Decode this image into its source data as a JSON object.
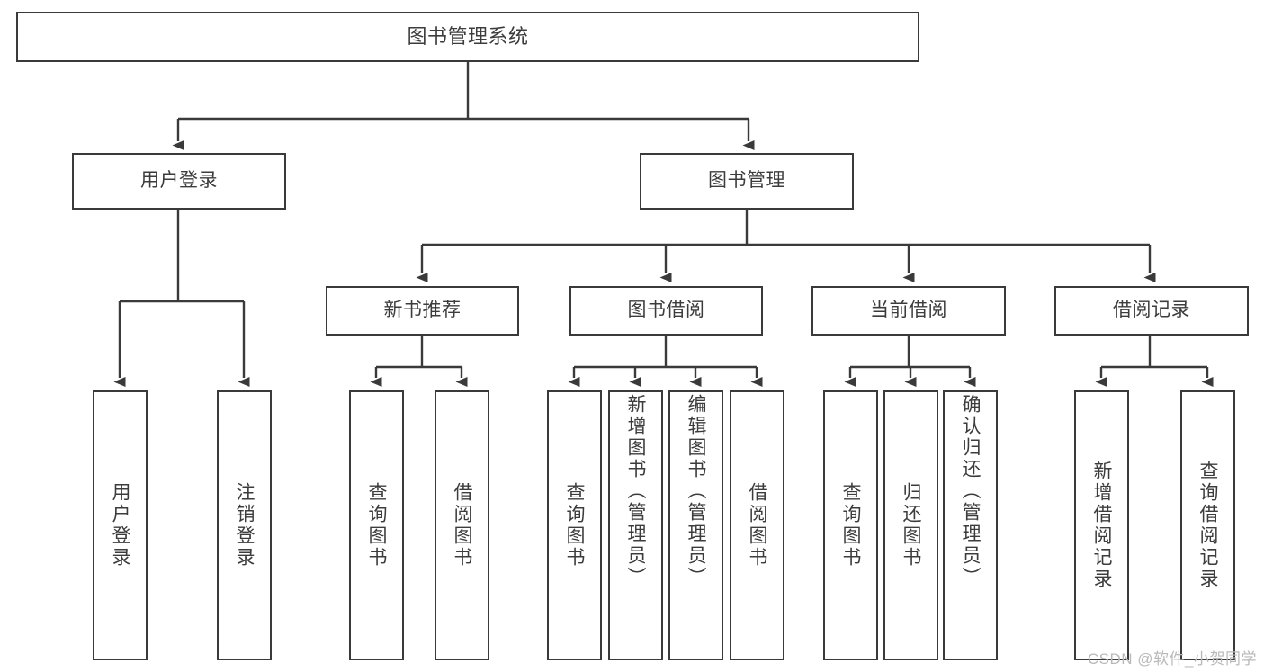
{
  "diagram": {
    "title": "图书管理系统",
    "type": "tree-functional-structure",
    "root": {
      "label": "图书管理系统"
    },
    "level2": [
      {
        "label": "用户登录"
      },
      {
        "label": "图书管理"
      }
    ],
    "level3": [
      {
        "label": "新书推荐"
      },
      {
        "label": "图书借阅"
      },
      {
        "label": "当前借阅"
      },
      {
        "label": "借阅记录"
      }
    ],
    "leaves": {
      "user_login": [
        {
          "label": "用户登录"
        },
        {
          "label": "注销登录"
        }
      ],
      "new_book_recommend": [
        {
          "label": "查询图书"
        },
        {
          "label": "借阅图书"
        }
      ],
      "book_borrow": [
        {
          "label": "查询图书"
        },
        {
          "label": "新增图书（管理员）"
        },
        {
          "label": "编辑图书（管理员）"
        },
        {
          "label": "借阅图书"
        }
      ],
      "current_borrow": [
        {
          "label": "查询图书"
        },
        {
          "label": "归还图书"
        },
        {
          "label": "确认归还（管理员）"
        }
      ],
      "borrow_record": [
        {
          "label": "新增借阅记录"
        },
        {
          "label": "查询借阅记录"
        }
      ]
    }
  },
  "watermark": {
    "text": "CSDN @软件_小贺同学"
  },
  "colors": {
    "stroke": "#3a3a3a",
    "text": "#3c3c3c",
    "background": "#ffffff",
    "watermark": "#b9b9b9"
  }
}
